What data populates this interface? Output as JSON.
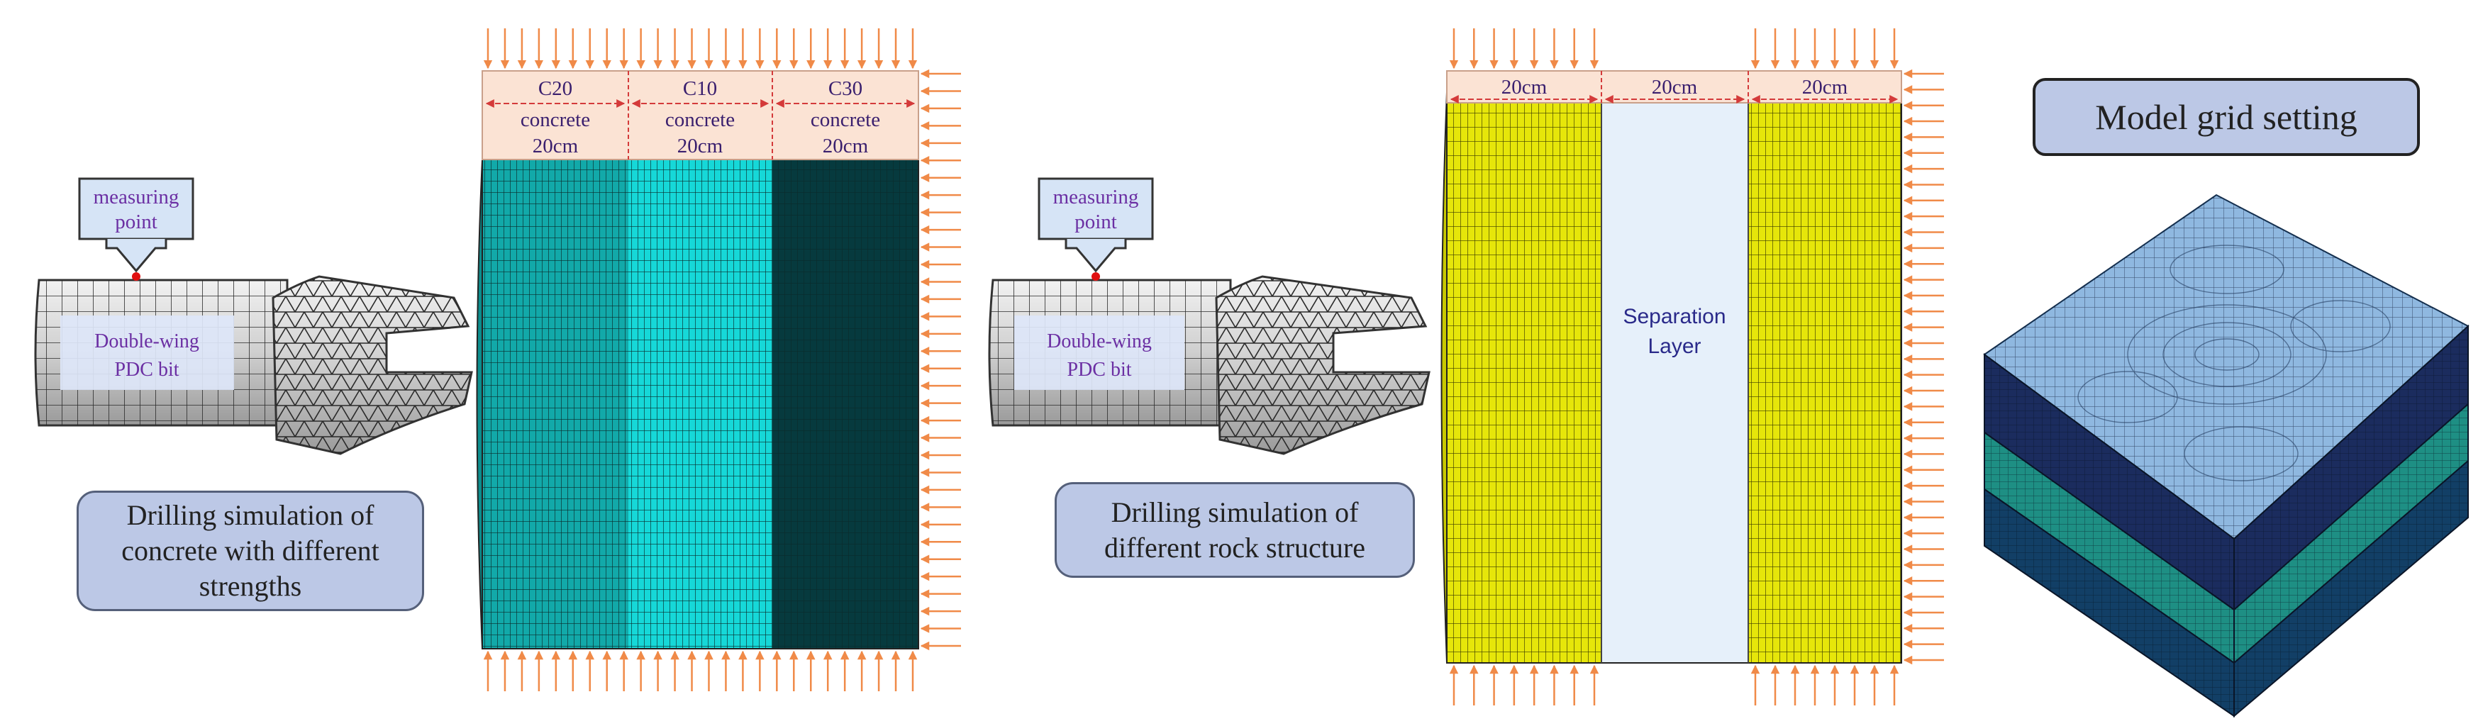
{
  "left_panel": {
    "measuring_point": [
      "measuring",
      "point"
    ],
    "bit_label": [
      "Double-wing",
      "PDC bit"
    ],
    "caption": "Drilling simulation of concrete with different strengths",
    "strata": [
      {
        "grade": "C20",
        "material": "concrete",
        "thickness": "20cm",
        "color": "#12a9a9"
      },
      {
        "grade": "C10",
        "material": "concrete",
        "thickness": "20cm",
        "color": "#16d8d8"
      },
      {
        "grade": "C30",
        "material": "concrete",
        "thickness": "20cm",
        "color": "#063a3e"
      }
    ]
  },
  "middle_panel": {
    "measuring_point": [
      "measuring",
      "point"
    ],
    "bit_label": [
      "Double-wing",
      "PDC bit"
    ],
    "caption": "Drilling simulation of different rock structure",
    "layers": [
      {
        "label": "20cm",
        "color": "#e6e60a"
      },
      {
        "label": "20cm",
        "color": "#e6f0fa"
      },
      {
        "label": "20cm",
        "color": "#e6e60a"
      }
    ],
    "separation_label": [
      "Separation",
      "Layer"
    ]
  },
  "right_panel": {
    "title": "Model grid setting",
    "layer_colors": [
      "#1b2c5e",
      "#1e8f84",
      "#123f66"
    ],
    "top_color": "#8fb8e0"
  },
  "colors": {
    "load_arrow": "#f08a48",
    "header_fill": "#fbe3d4",
    "callout_fill": "#bcc8e6",
    "measuring_point": "#e01010"
  }
}
